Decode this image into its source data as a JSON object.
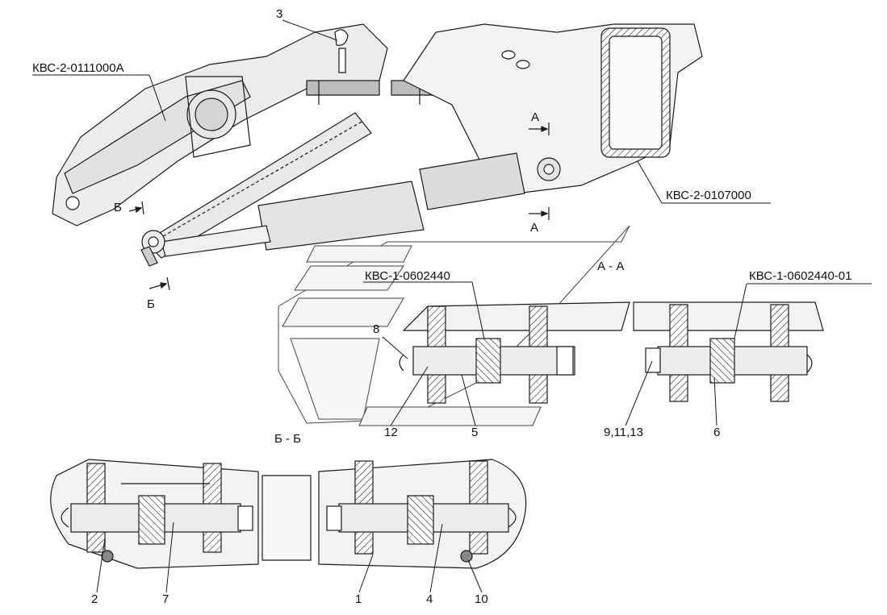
{
  "part_labels": {
    "frame": "КВС-2-0111000А",
    "bracket": "КВС-2-0107000",
    "cylinder_a": "КВС-1-0602440",
    "cylinder_b": "КВС-1-0602440-01"
  },
  "section_labels": {
    "aa": "А - А",
    "bb": "Б - Б",
    "arrow_a_top": "А",
    "arrow_a_bottom": "А",
    "arrow_b_top": "Б",
    "arrow_b_bottom": "Б"
  },
  "callouts": {
    "c1": "1",
    "c2": "2",
    "c3": "3",
    "c4": "4",
    "c5": "5",
    "c6": "6",
    "c7": "7",
    "c8": "8",
    "c9_11_13": "9,11,13",
    "c10": "10",
    "c12": "12"
  },
  "colors": {
    "line": "#1a1a1a",
    "fill_light": "#eeeeee",
    "fill_mid": "#cfcfcf",
    "fill_dark": "#9a9a9a"
  }
}
